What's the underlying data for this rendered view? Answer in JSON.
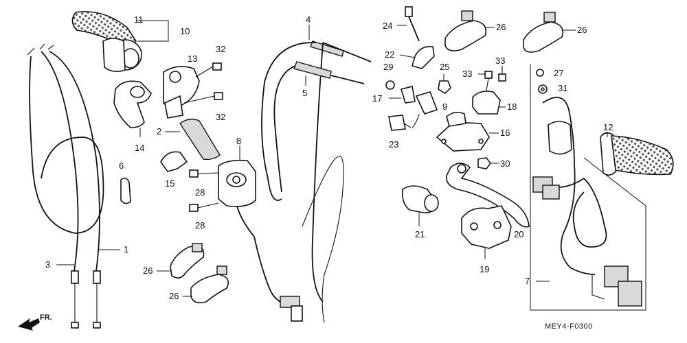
{
  "diagram": {
    "code": "MEY4-F0300",
    "direction": "FR.",
    "labels": [
      {
        "id": "11",
        "text": "11"
      },
      {
        "id": "10",
        "text": "10"
      },
      {
        "id": "32a",
        "text": "32"
      },
      {
        "id": "13",
        "text": "13"
      },
      {
        "id": "32b",
        "text": "32"
      },
      {
        "id": "14",
        "text": "14"
      },
      {
        "id": "2",
        "text": "2"
      },
      {
        "id": "15",
        "text": "15"
      },
      {
        "id": "6",
        "text": "6"
      },
      {
        "id": "1",
        "text": "1"
      },
      {
        "id": "3",
        "text": "3"
      },
      {
        "id": "28a",
        "text": "28"
      },
      {
        "id": "28b",
        "text": "28"
      },
      {
        "id": "8",
        "text": "8"
      },
      {
        "id": "26a",
        "text": "26"
      },
      {
        "id": "26b",
        "text": "26"
      },
      {
        "id": "4",
        "text": "4"
      },
      {
        "id": "5",
        "text": "5"
      },
      {
        "id": "24",
        "text": "24"
      },
      {
        "id": "22",
        "text": "22"
      },
      {
        "id": "29",
        "text": "29"
      },
      {
        "id": "25",
        "text": "25"
      },
      {
        "id": "17",
        "text": "17"
      },
      {
        "id": "9",
        "text": "9"
      },
      {
        "id": "23",
        "text": "23"
      },
      {
        "id": "26c",
        "text": "26"
      },
      {
        "id": "26d",
        "text": "26"
      },
      {
        "id": "33a",
        "text": "33"
      },
      {
        "id": "33b",
        "text": "33"
      },
      {
        "id": "18",
        "text": "18"
      },
      {
        "id": "16",
        "text": "16"
      },
      {
        "id": "30",
        "text": "30"
      },
      {
        "id": "21",
        "text": "21"
      },
      {
        "id": "20",
        "text": "20"
      },
      {
        "id": "19",
        "text": "19"
      },
      {
        "id": "27",
        "text": "27"
      },
      {
        "id": "31",
        "text": "31"
      },
      {
        "id": "12",
        "text": "12"
      },
      {
        "id": "7",
        "text": "7"
      }
    ]
  }
}
